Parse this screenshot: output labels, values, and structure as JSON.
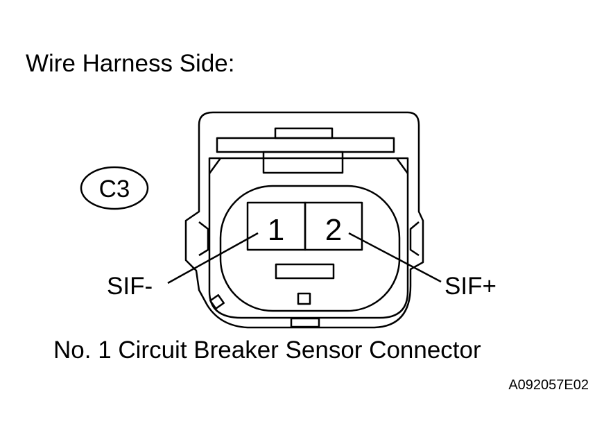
{
  "header": {
    "title": "Wire Harness Side:"
  },
  "connector": {
    "id": "C3",
    "name": "No. 1 Circuit Breaker Sensor Connector",
    "pins": [
      {
        "number": "1",
        "signal": "SIF-"
      },
      {
        "number": "2",
        "signal": "SIF+"
      }
    ]
  },
  "figure": {
    "code": "A092057E02"
  }
}
